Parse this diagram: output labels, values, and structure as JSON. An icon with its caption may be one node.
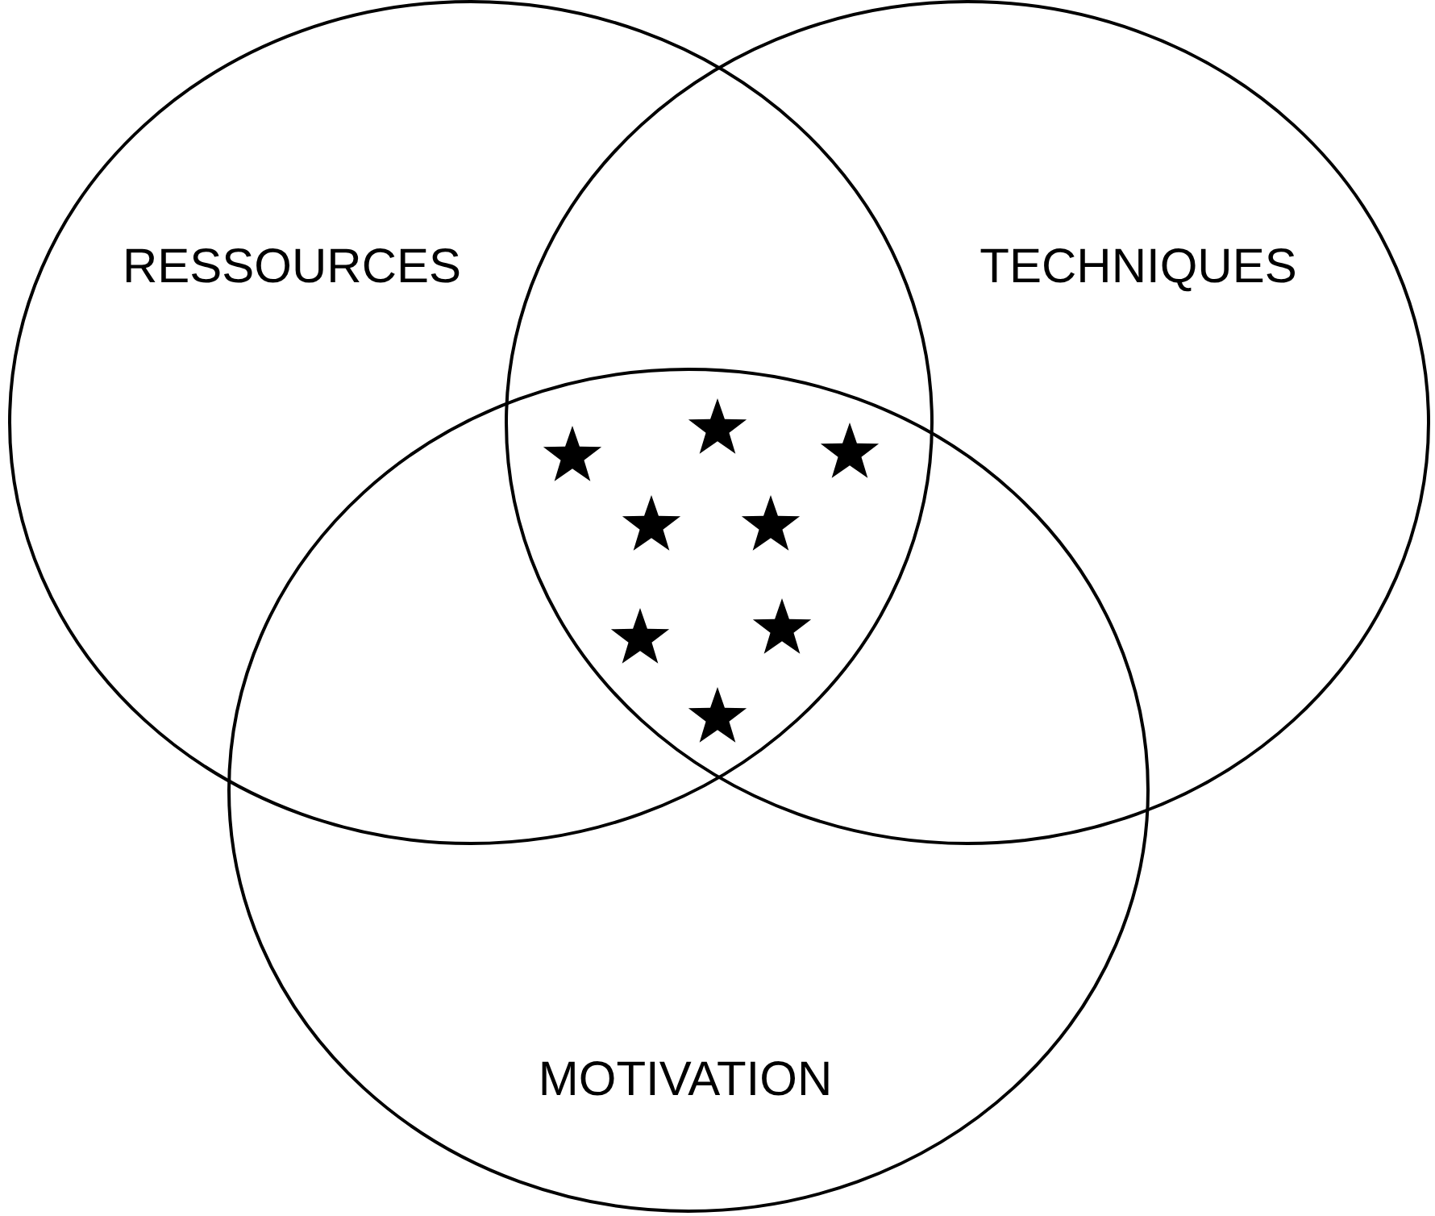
{
  "diagram": {
    "nodes": [
      {
        "text": [
          "RESSOURCES"
        ]
      },
      {
        "text": [
          "TECHNIQUES"
        ]
      },
      {
        "text": [
          "MOTIVATION"
        ]
      }
    ],
    "edges": []
  }
}
